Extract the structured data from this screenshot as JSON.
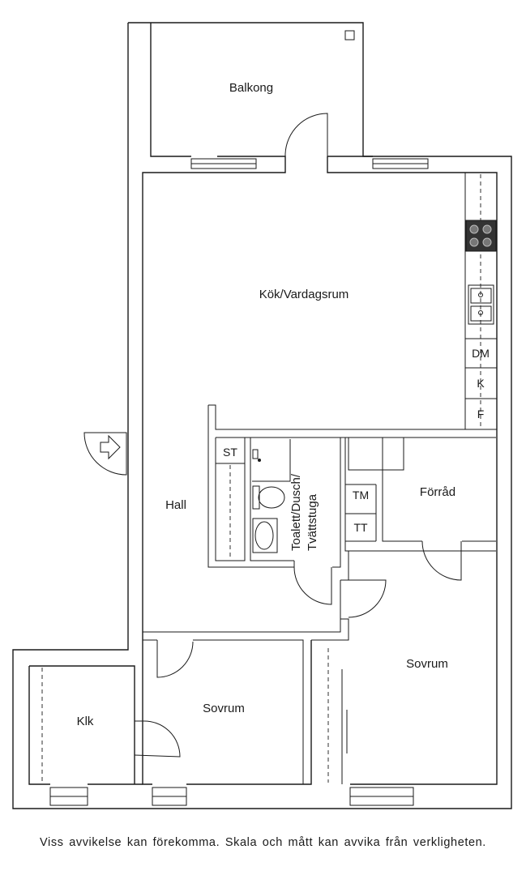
{
  "rooms": {
    "balcony": "Balkong",
    "kitchen_living": "Kök/Vardagsrum",
    "hall": "Hall",
    "bathroom": "Toalett/Dusch/ Tvättstuga",
    "storage": "Förråd",
    "bedroom_left": "Sovrum",
    "bedroom_right": "Sovrum",
    "walk_in_closet": "Klk"
  },
  "fixtures": {
    "dishwasher": "DM",
    "fridge": "K",
    "freezer": "F",
    "closet_st": "ST",
    "dryer": "TM",
    "washer": "TT"
  },
  "disclaimer": "Viss avvikelse kan förekomma. Skala och mått kan avvika från verkligheten."
}
